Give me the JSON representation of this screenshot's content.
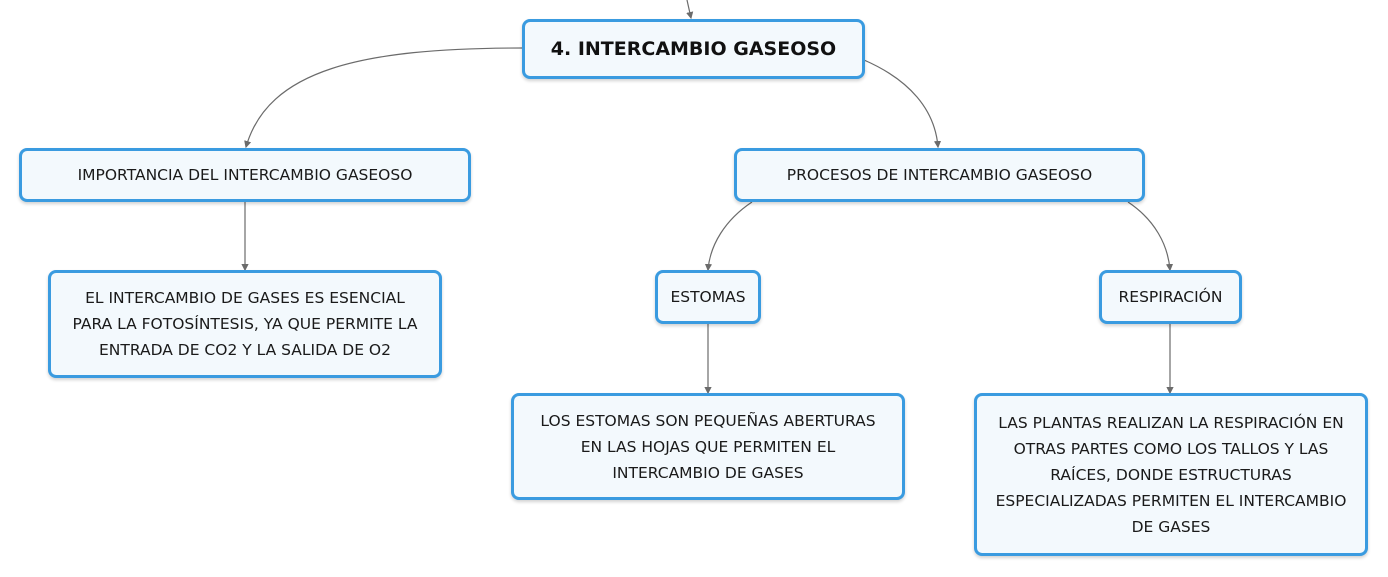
{
  "map": {
    "root": {
      "label": "4. INTERCAMBIO GASEOSO"
    },
    "importancia": {
      "label": "IMPORTANCIA DEL INTERCAMBIO GASEOSO",
      "detail": "EL INTERCAMBIO DE GASES ES ESENCIAL\nPARA LA FOTOSÍNTESIS, YA QUE PERMITE LA\nENTRADA DE CO2 Y LA SALIDA DE O2"
    },
    "procesos": {
      "label": "PROCESOS DE INTERCAMBIO GASEOSO"
    },
    "estomas": {
      "label": "ESTOMAS",
      "detail": "LOS ESTOMAS SON PEQUEÑAS ABERTURAS\nEN LAS HOJAS QUE PERMITEN EL\nINTERCAMBIO DE GASES"
    },
    "respiracion": {
      "label": "RESPIRACIÓN",
      "detail": "LAS PLANTAS REALIZAN LA RESPIRACIÓN EN\nOTRAS PARTES COMO LOS TALLOS Y LAS\nRAÍCES, DONDE ESTRUCTURAS\nESPECIALIZADAS PERMITEN EL INTERCAMBIO\nDE GASES"
    }
  },
  "colors": {
    "node_border": "#3a9be0",
    "node_fill": "#f3f9fd",
    "connector": "#6b6b6b"
  }
}
